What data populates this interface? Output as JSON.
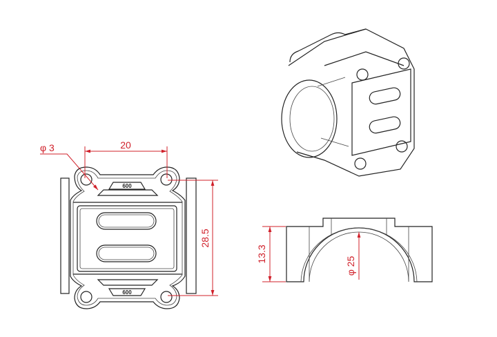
{
  "drawing": {
    "part_marking": "600",
    "dimensions": {
      "hole_diameter": "φ 3",
      "hole_spacing": "20",
      "height": "28.5",
      "side_height": "13.3",
      "bore_diameter": "φ 25"
    },
    "colors": {
      "outline": "#222222",
      "dimension": "#d0202a"
    }
  }
}
